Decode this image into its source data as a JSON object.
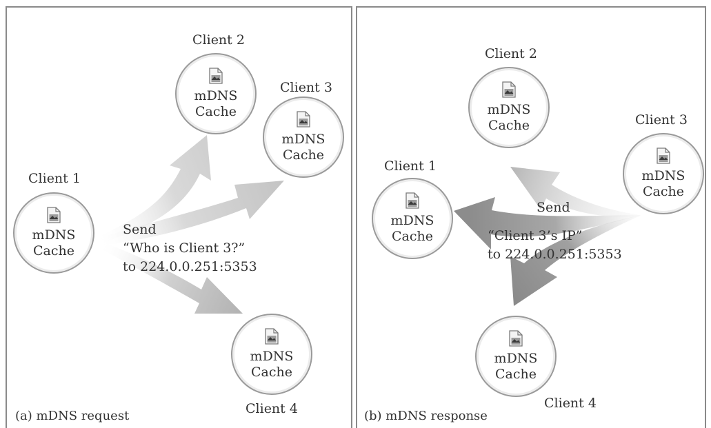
{
  "panel_a": {
    "caption": "(a) mDNS request",
    "message": {
      "verb": "Send",
      "payload": "“Who is Client 3?”",
      "destination": "to 224.0.0.251:5353"
    },
    "clients": [
      {
        "label": "Client 1",
        "cache": "mDNS\nCache"
      },
      {
        "label": "Client 2",
        "cache": "mDNS\nCache"
      },
      {
        "label": "Client 3",
        "cache": "mDNS\nCache"
      },
      {
        "label": "Client 4",
        "cache": "mDNS\nCache"
      }
    ]
  },
  "panel_b": {
    "caption": "(b) mDNS response",
    "message": {
      "verb": "Send",
      "payload": "“Client 3’s IP”",
      "destination": "to 224.0.0.251:5353"
    },
    "clients": [
      {
        "label": "Client 1",
        "cache": "mDNS\nCache"
      },
      {
        "label": "Client 2",
        "cache": "mDNS\nCache"
      },
      {
        "label": "Client 3",
        "cache": "mDNS\nCache"
      },
      {
        "label": "Client 4",
        "cache": "mDNS\nCache"
      }
    ]
  },
  "icon": "document-image-icon",
  "colors": {
    "border": "#8a8a8a",
    "arrow_light": "#c9c9c9",
    "arrow_dark": "#8f8f8f"
  }
}
